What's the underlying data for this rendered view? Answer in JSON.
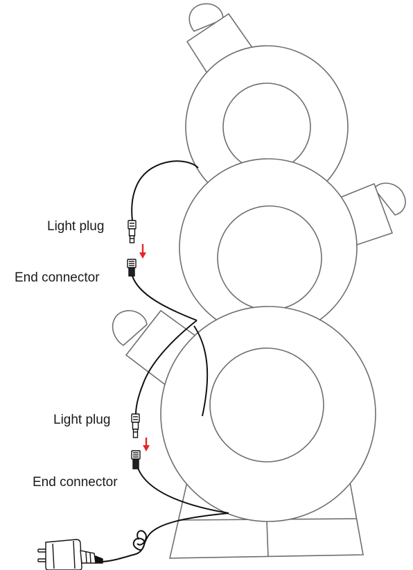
{
  "labels": {
    "light_plug_upper": "Light plug",
    "end_connector_upper": "End connector",
    "light_plug_lower": "Light plug",
    "end_connector_lower": "End connector"
  },
  "colors": {
    "outline": "#6e6e6e",
    "cable": "#111111",
    "arrow": "#e8232a",
    "background": "#ffffff"
  },
  "icons": {
    "plug_connector": "light-plug-icon",
    "end_connector": "end-connector-icon",
    "power_adapter": "power-adapter-icon",
    "down_arrow": "red-down-arrow-icon"
  }
}
